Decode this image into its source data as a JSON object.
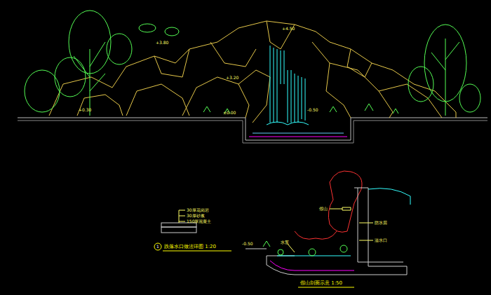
{
  "diagram": {
    "labels": [
      "+4.50",
      "+3.80",
      "+3.20",
      "+0.30",
      "±0.00",
      "-0.50",
      "30厚花岗岩",
      "30厚砂浆",
      "150厚混凝土",
      "1",
      "跌落水口做法详图 1:20",
      "假山",
      "水泵",
      "防水层",
      "溢水口",
      "-0.50",
      "假山剖面示意 1:50"
    ]
  }
}
